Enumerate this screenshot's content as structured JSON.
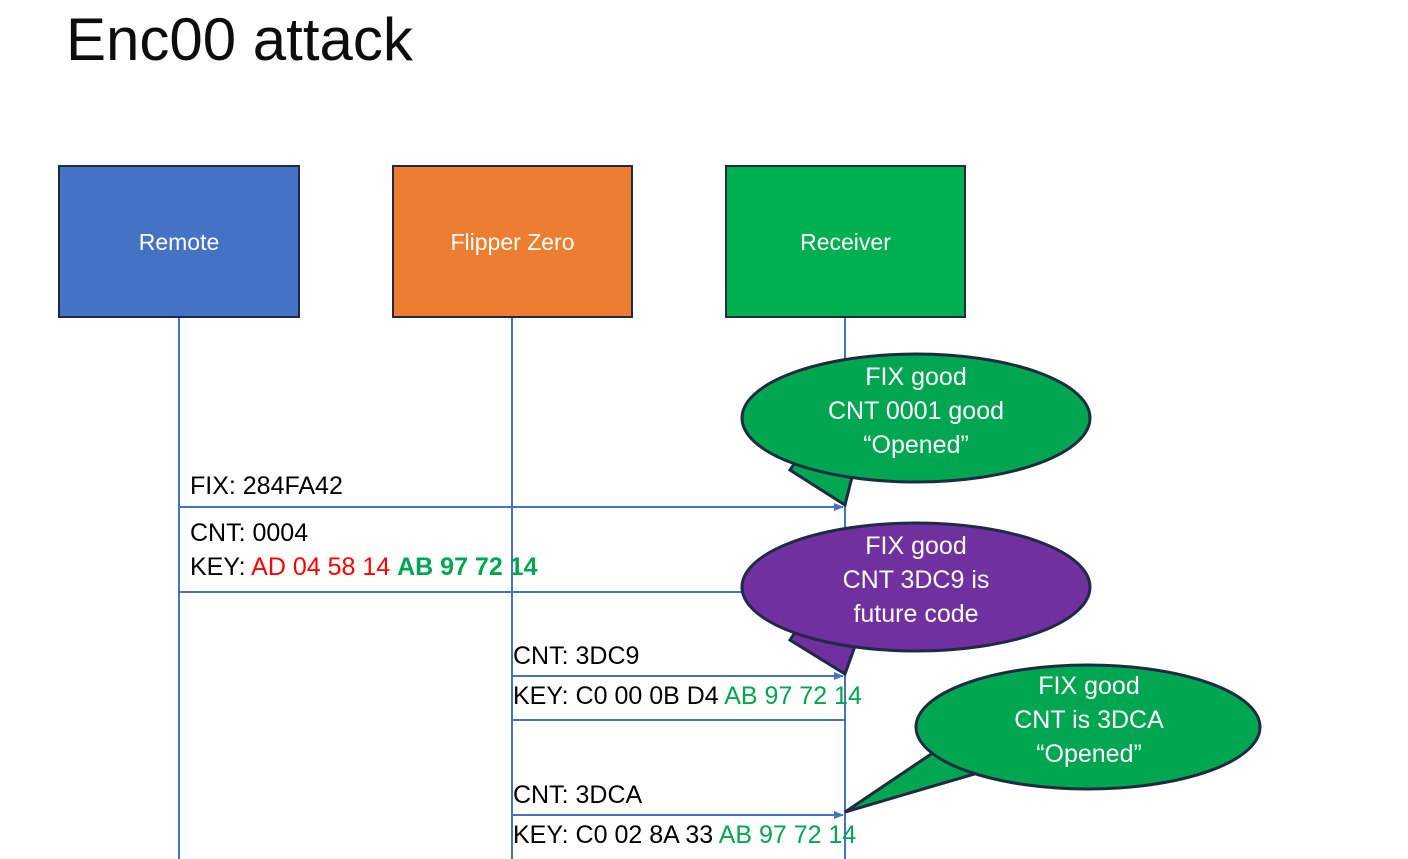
{
  "title": "Enc00 attack",
  "lanes": [
    {
      "name": "remote",
      "label": "Remote",
      "color": "#4472C4"
    },
    {
      "name": "flipper",
      "label": "Flipper Zero",
      "color": "#ED7D31"
    },
    {
      "name": "receiver",
      "label": "Receiver",
      "color": "#00B050"
    }
  ],
  "messages": [
    {
      "name": "remote-fix",
      "line1": "FIX: 284FA42"
    },
    {
      "name": "remote-cnt",
      "line1": "CNT: 0004"
    },
    {
      "name": "remote-key",
      "prefix": "KEY: ",
      "red": "AD 04 58 14",
      "green": "AB 97 72 14"
    },
    {
      "name": "flipper-cnt-1",
      "line1": "CNT: 3DC9"
    },
    {
      "name": "flipper-key-1",
      "prefix": "KEY: C0 00 0B D4 ",
      "green": "AB 97 72 14"
    },
    {
      "name": "flipper-cnt-2",
      "line1": "CNT: 3DCA"
    },
    {
      "name": "flipper-key-2",
      "prefix": "KEY: C0 02 8A 33 ",
      "green": "AB 97 72 14"
    }
  ],
  "bubbles": [
    {
      "name": "bubble-first-good",
      "color": "#00A650",
      "lines": [
        "FIX good",
        "CNT 0001 good",
        "“Opened”"
      ]
    },
    {
      "name": "bubble-future-code",
      "color": "#7030A0",
      "lines": [
        "FIX good",
        "CNT 3DC9 is",
        "future code"
      ]
    },
    {
      "name": "bubble-second-good",
      "color": "#00A650",
      "lines": [
        "FIX good",
        "CNT is 3DCA",
        "“Opened”"
      ]
    }
  ],
  "colors": {
    "line": "#4472C4",
    "outline": "#1f2a44",
    "key_red": "#FF0000",
    "key_green": "#00A651",
    "text": "#000000"
  }
}
